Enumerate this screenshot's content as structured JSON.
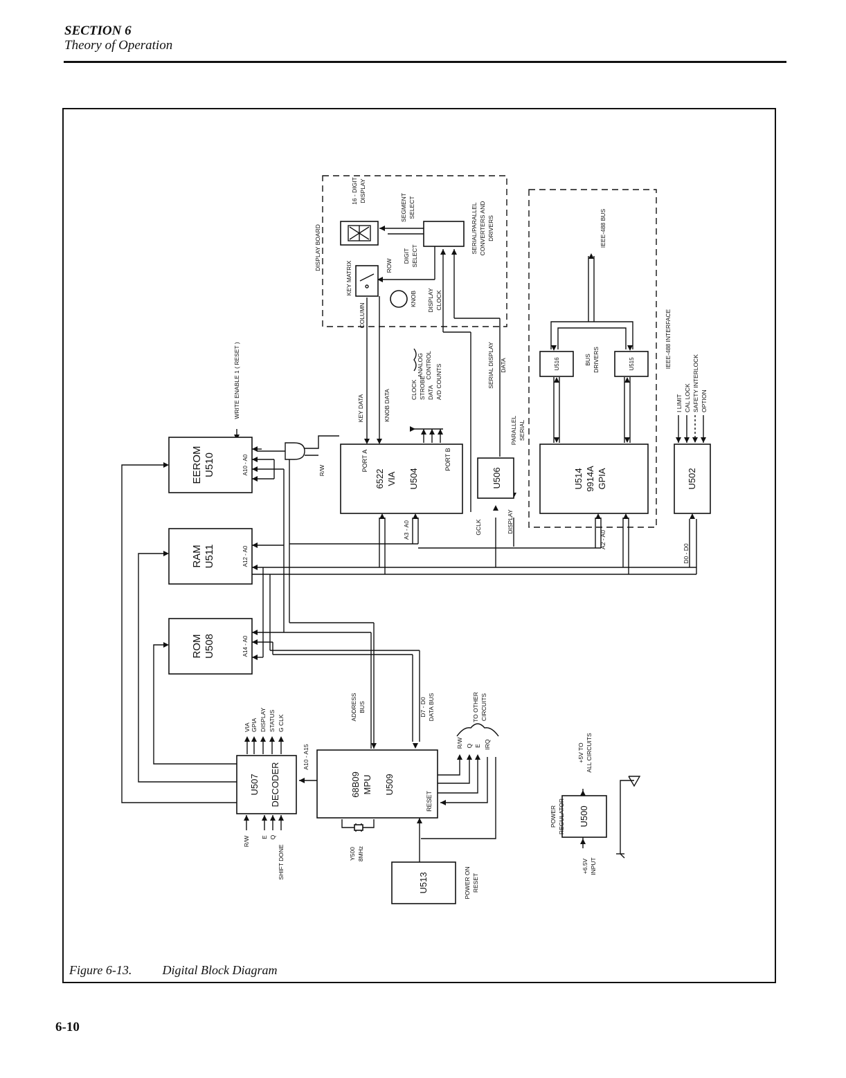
{
  "header": {
    "section": "SECTION 6",
    "subtitle": "Theory of Operation"
  },
  "figure": {
    "number": "Figure 6-13.",
    "title": "Digital Block Diagram"
  },
  "page_number": "6-10",
  "blocks": {
    "eerom": [
      "EEROM",
      "U510"
    ],
    "ram": [
      "RAM",
      "U511"
    ],
    "rom": [
      "ROM",
      "U508"
    ],
    "via": [
      "PORT A",
      "6522",
      "VIA",
      "U504",
      "PORT B"
    ],
    "u506": "U506",
    "gpia": [
      "U514",
      "9914A",
      "GPIA"
    ],
    "u502": "U502",
    "u516": "U516",
    "u515": "U515",
    "decoder": [
      "U507",
      "DECODER"
    ],
    "mpu": [
      "68B09",
      "MPU",
      "U509",
      "RESET"
    ],
    "u513": "U513",
    "u500": "U500"
  },
  "labels": {
    "display_board": "DISPLAY BOARD",
    "key_matrix": "KEY MATRIX",
    "digit_display": [
      "16 - DIGIT",
      "DISPLAY"
    ],
    "segment_select": [
      "SEGMENT",
      "SELECT"
    ],
    "digit_select": [
      "DIGIT",
      "SELECT"
    ],
    "row": "ROW",
    "knob": "KNOB",
    "display_clock": [
      "DISPLAY",
      "CLOCK"
    ],
    "column": "COLUMN",
    "converters": [
      "SERIAL/PARALLEL",
      "CONVERTERS AND",
      "DRIVERS"
    ],
    "ieee_bus": "IEEE-488 BUS",
    "ieee_interface": "IEEE-488 INTERFACE",
    "bus_drivers": [
      "BUS",
      "DRIVERS"
    ],
    "write_enable": "WRITE ENABLE 1 ( RESET )",
    "key_data": "KEY DATA",
    "knob_data": "KNOB DATA",
    "via_port_b_signals": [
      "CLOCK",
      "STROBE",
      "DATA",
      "A/D COUNTS"
    ],
    "analog_control": [
      "ANALOG",
      "CONTROL"
    ],
    "serial_display_data": [
      "SERIAL DISPLAY",
      "DATA"
    ],
    "parallel_serial": [
      "PARALLEL",
      "SERIAL"
    ],
    "u502_inputs": [
      "I LIMIT",
      "CAL LOCK",
      "SAFETY INTERLOCK",
      "OPTION"
    ],
    "rw": "R/W",
    "eerom_addr": "A10 - A0",
    "ram_addr": "A12 - A0",
    "rom_addr": "A14 - A0",
    "via_addr": "A3 - A0",
    "gpia_addr": "A2 - A0",
    "data_bus_label": "D0 - D0",
    "gclk": "GCLK",
    "display_sig": "DISPLAY",
    "address_bus": [
      "ADDRESS",
      "BUS"
    ],
    "data_bus": [
      "D7 - D0",
      "DATA BUS"
    ],
    "decoder_outputs": [
      "VIA",
      "GPIA",
      "DISPLAY",
      "STATUS",
      "G CLK"
    ],
    "decoder_addr": "A10 - A15",
    "decoder_inputs": [
      "R/W",
      "E",
      "Q",
      "SHIFT DONE"
    ],
    "mpu_outputs": [
      "R/W",
      "Q",
      "E",
      "IRQ"
    ],
    "other_circuits": [
      "TO OTHER",
      "CIRCUITS"
    ],
    "crystal": [
      "Y500",
      "8MHz"
    ],
    "power_on_reset": [
      "POWER ON",
      "RESET"
    ],
    "power_regulator": [
      "POWER",
      "REGULATOR"
    ],
    "plus5v": [
      "+5V TO",
      "ALL CIRCUITS"
    ],
    "input_65v": [
      "+6.5V",
      "INPUT"
    ]
  }
}
